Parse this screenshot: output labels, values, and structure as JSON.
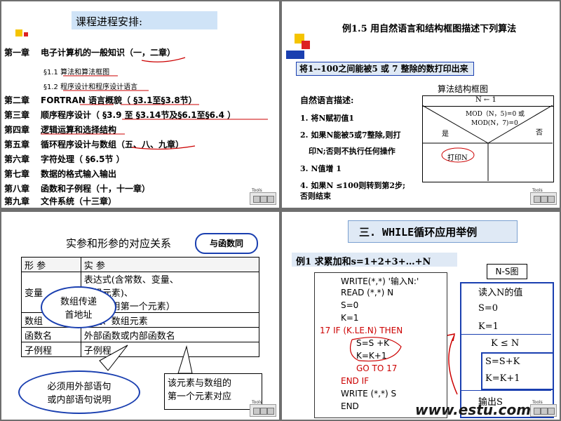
{
  "slide1": {
    "title": "课程进程安排:",
    "chapters": [
      {
        "num": "第一章",
        "text": "电子计算机的一般知识（一，二章）"
      },
      {
        "num": "第二章",
        "text": "FORTRAN 语言概貌（ §3.1至§3.8节）"
      },
      {
        "num": "第三章",
        "text": "顺序程序设计（ §3.9 至 §3.14节及§6.1至§6.4 ）"
      },
      {
        "num": "第四章",
        "text": "逻辑运算和选择结构"
      },
      {
        "num": "第五章",
        "text": "循环程序设计与数组（五、八、九章）"
      },
      {
        "num": "第六章",
        "text": "字符处理（ §6.5节 ）"
      },
      {
        "num": "第七章",
        "text": "数据的格式输入输出"
      },
      {
        "num": "第八章",
        "text": "函数和子例程（十，十一章）"
      },
      {
        "num": "第九章",
        "text": "文件系统（十三章）"
      }
    ],
    "sub1": "§1.1 算法和算法框图",
    "sub2": "§1.2 程序设计和程序设计语言"
  },
  "slide2": {
    "title": "例1.5 用自然语言和结构框图描述下列算法",
    "task": "将1--100之间能被5 或 7 整除的数打印出来",
    "nl_title": "自然语言描述:",
    "steps": [
      "1. 将N赋初值1",
      "2. 如果N能被5或7整除,则打",
      "印N;否则不执行任何操作",
      "3. N值增 1",
      "4. 如果N ≤100则转到第2步;",
      "否则结束"
    ],
    "diagram_title": "算法结构框图",
    "d_assign": "N ← 1",
    "d_cond1": "MOD（N，5)=0 或",
    "d_cond2": "MOD(N，7)=0",
    "d_yes": "是",
    "d_no": "否",
    "d_print": "打印N"
  },
  "slide3": {
    "title": "实参和形参的对应关系",
    "badge": "与函数同",
    "head_formal": "形 参",
    "head_actual": "实 参",
    "rows": [
      {
        "formal": "变量",
        "actual1": "表达式(含常数、变量、",
        "actual2": "数组元素)、",
        "actual3": "数组（用第一个元素）"
      },
      {
        "formal": "数组",
        "actual1": "数组、数组元素"
      },
      {
        "formal": "函数名",
        "actual1": "外部函数或内部函数名"
      },
      {
        "formal": "子例程",
        "actual1": "子例程"
      }
    ],
    "cloud1_line1": "数组传递",
    "cloud1_line2": "首地址",
    "cloud2_line1": "必须用外部语句",
    "cloud2_line2": "或内部语句说明",
    "note_line1": "该元素与数组的",
    "note_line2": "第一个元素对应"
  },
  "slide4": {
    "title": "三. WHILE循环应用举例",
    "example": "例1 求累加和s=1+2+3+…+N",
    "code": [
      "WRITE(*,*) '输入N:'",
      "READ (*,*) N",
      "S=0",
      "K=1",
      "17  IF (K.LE.N) THEN",
      "S=S +K",
      "K=K+1",
      "GO TO 17",
      "END IF",
      "WRITE (*,*) S",
      "END"
    ],
    "ns_title": "N-S图",
    "ns_items": [
      "读入N的值",
      "S=0",
      "K=1",
      "K ≤ N",
      "S=S+K",
      "K=K+1",
      "输出S"
    ],
    "watermark": "www.estu.com.tw"
  },
  "tools_label": "Tools",
  "colors": {
    "accent_blue": "#1a3fb0",
    "red": "#cc0000",
    "title_bg": "#cfe3f7"
  }
}
